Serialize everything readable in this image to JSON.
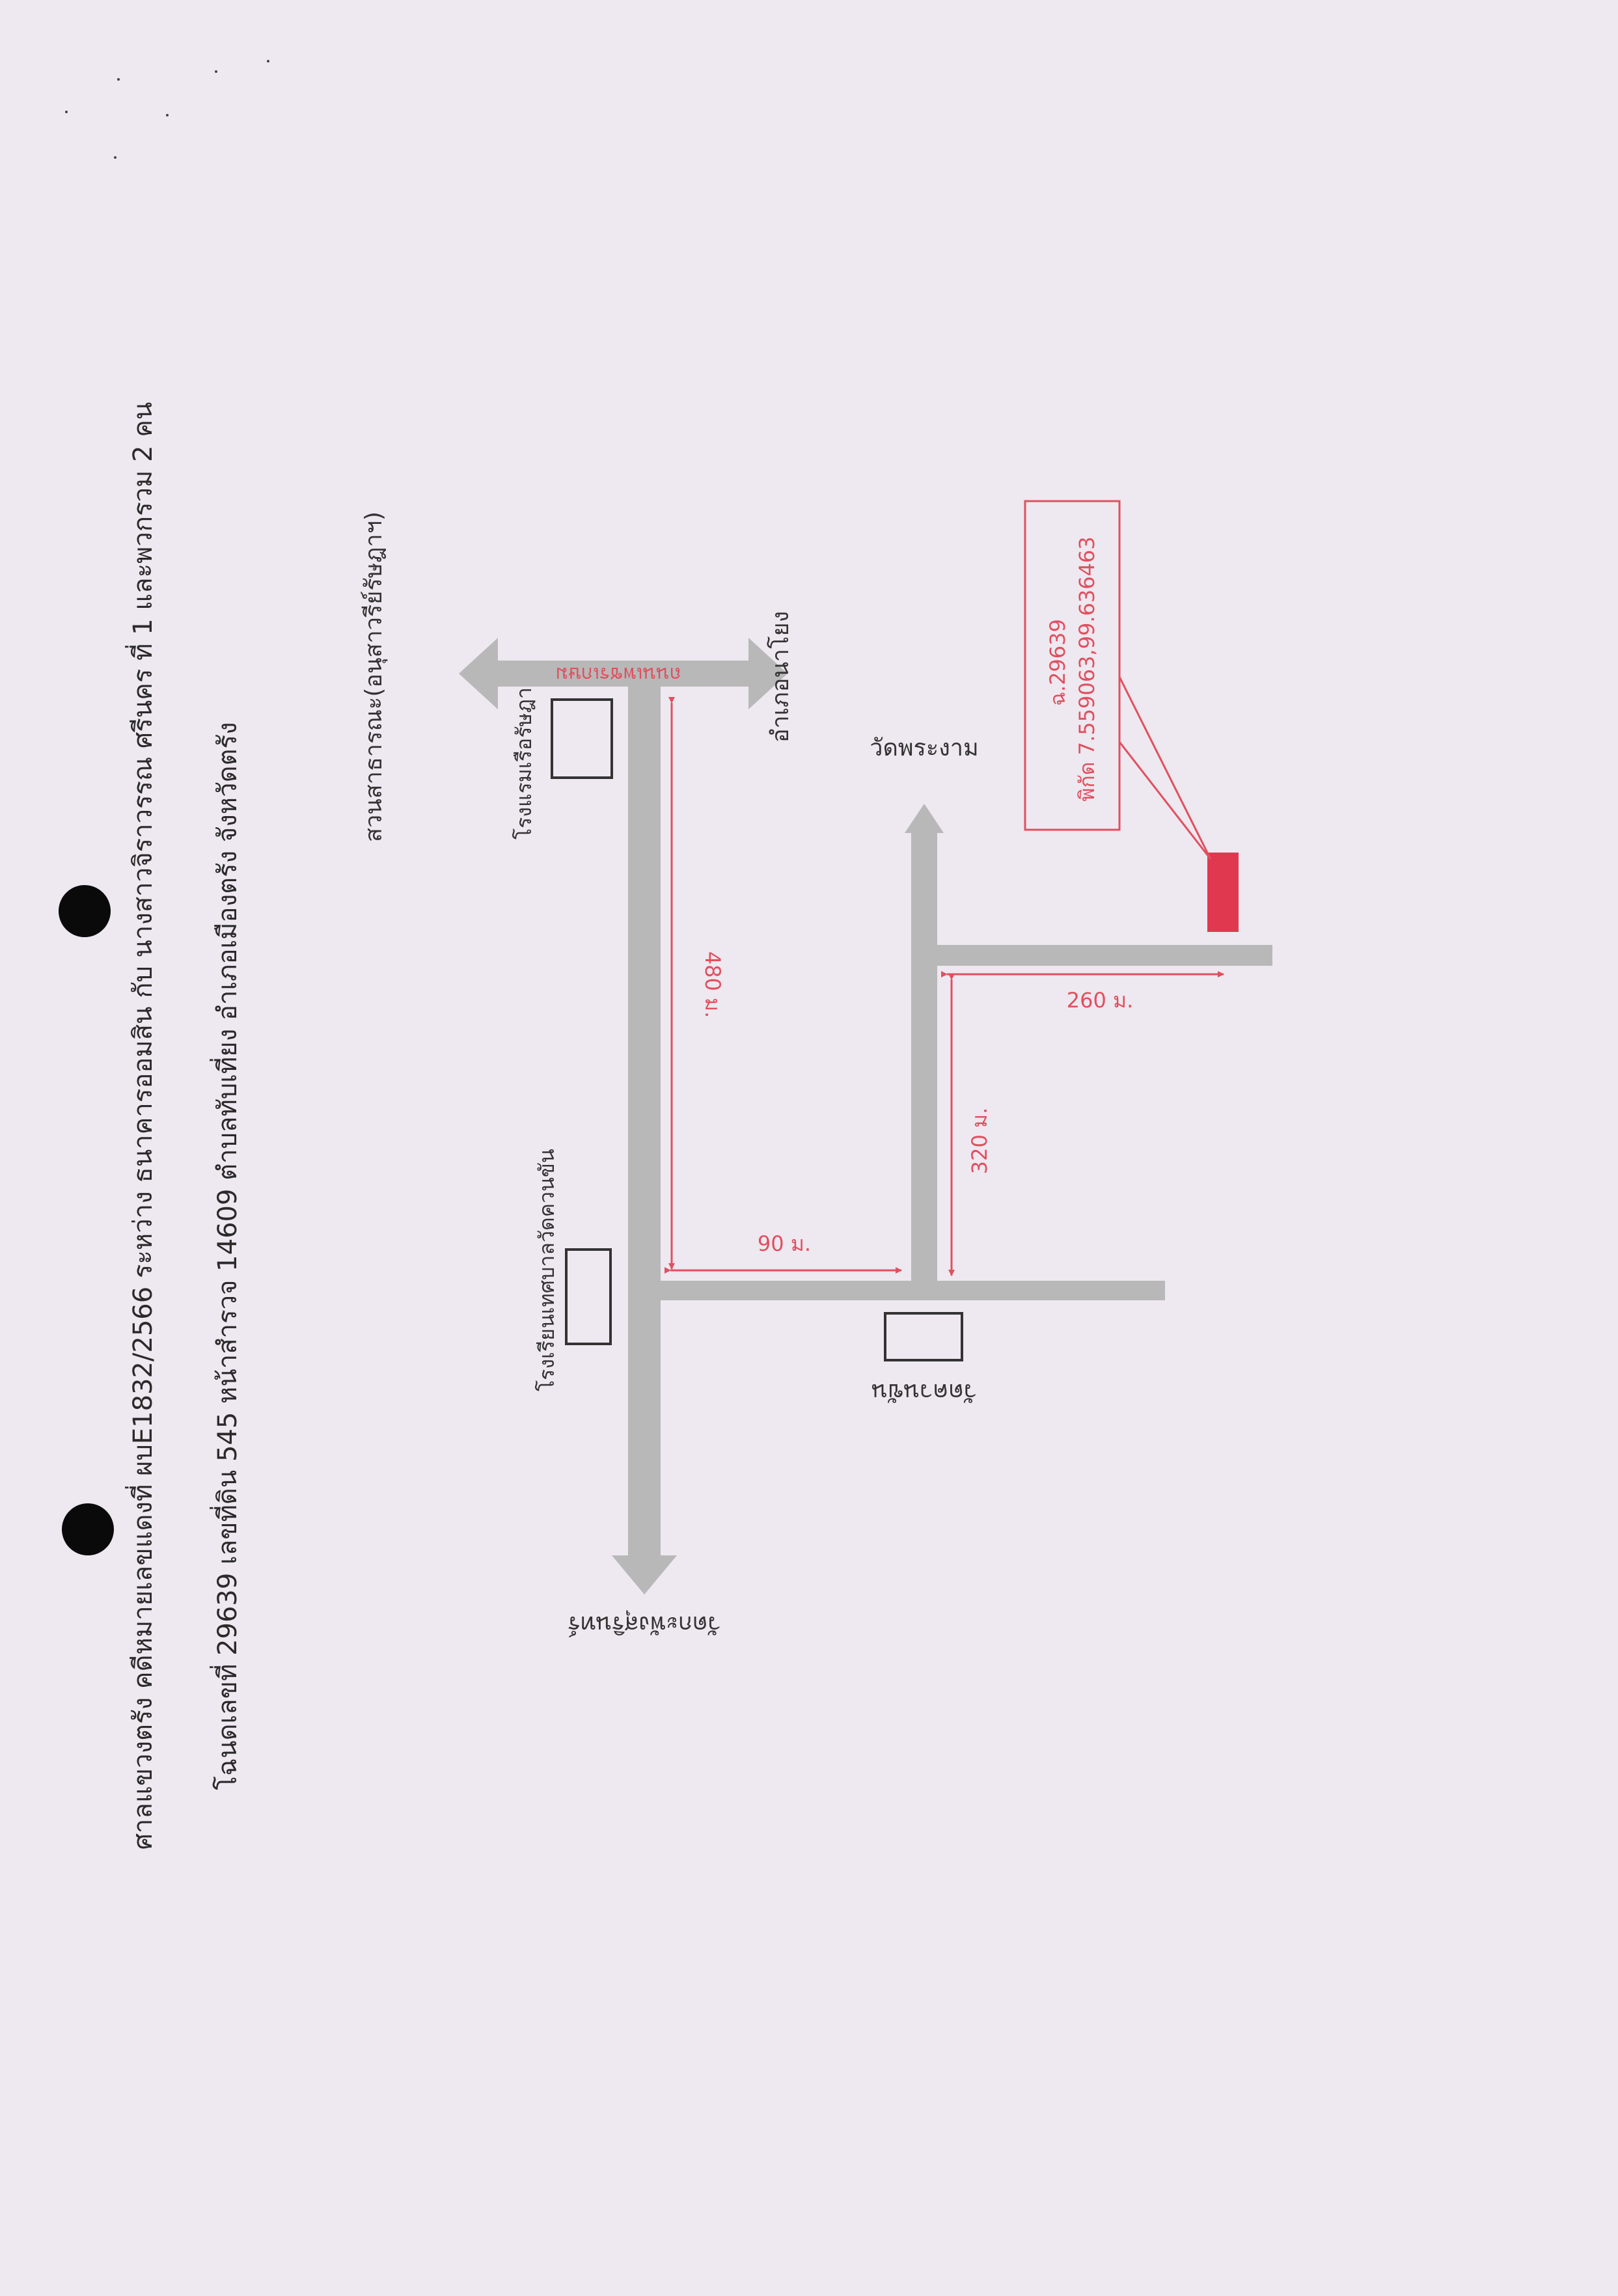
{
  "header": {
    "line1": "ศาลแขวงตรัง คดีหมายเลขแดงที่ ผบE1832/2566 ระหว่าง ธนาคารออมสิน กับ นางสาวจิราวรรณ ศรีนคร ที่ 1 และพวกรวม 2 คน",
    "line2": "โฉนดเลขที่ 29639 เลขที่ดิน 545 หน้าสำรวจ 14609 ตำบลทับเที่ยง อำเภอเมืองตรัง จังหวัดตรัง"
  },
  "map": {
    "road_main": "ถนนเพชรเกษม",
    "dest_left": "สวนสาธารณะ(อนุสาวรีย์รัษฎาฯ)",
    "dest_right": "อำเภอนาโยง",
    "dest_bottom": "วัดกะพังสุรินทร์",
    "dest_up": "วัดพระงาม",
    "hotel": "โรงแรมเรือรัษฎา",
    "school": "โรงเรียนเทศบาลวัดควนขัน",
    "temple": "วัดควนขัน",
    "dist_480": "480 ม.",
    "dist_90": "90 ม.",
    "dist_320": "320 ม.",
    "dist_260": "260 ม."
  },
  "callout": {
    "deed": "ฉ.29639",
    "coords": "พิกัด 7.559063,99.636463"
  },
  "colors": {
    "road": "#b8b8b8",
    "red": "#e0505f",
    "marker": "#e0394f"
  }
}
